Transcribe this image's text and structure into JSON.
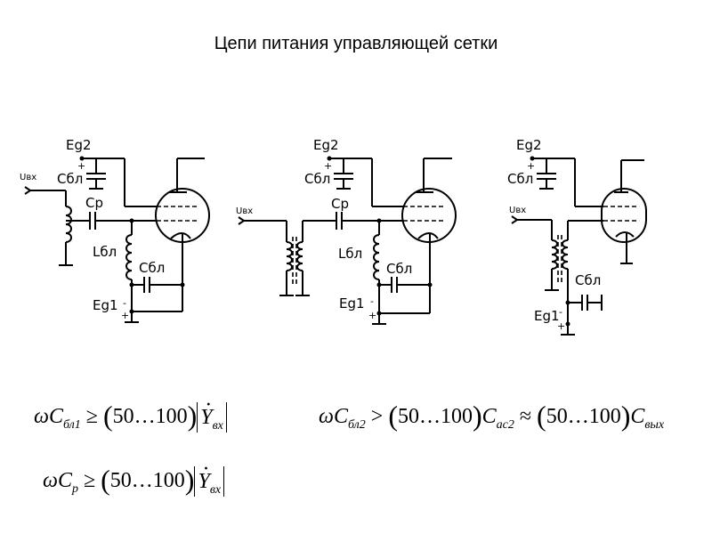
{
  "title": "Цепи питания управляющей сетки",
  "labels": {
    "eg2": "Eg2",
    "cbl": "Cбл",
    "uvx": "Uвх",
    "cp": "Cp",
    "lbl": "Lбл",
    "eg1": "Eg1",
    "plus": "+",
    "minus": "-"
  },
  "formulas": {
    "f1": {
      "lead": "ω",
      "c": "C",
      "sub": "бл1",
      "op": "≥",
      "range": "50…100",
      "y": "Y",
      "ysub": "вх"
    },
    "f2": {
      "lead": "ω",
      "c": "C",
      "sub": "бл2",
      "op": ">",
      "range1": "50…100",
      "c2": "C",
      "sub2": "ас2",
      "op2": "≈",
      "range2": "50…100",
      "c3": "C",
      "sub3": "вых"
    },
    "f3": {
      "lead": "ω",
      "c": "C",
      "sub": "p",
      "op": "≥",
      "range": "50…100",
      "y": "Y",
      "ysub": "вх"
    }
  }
}
